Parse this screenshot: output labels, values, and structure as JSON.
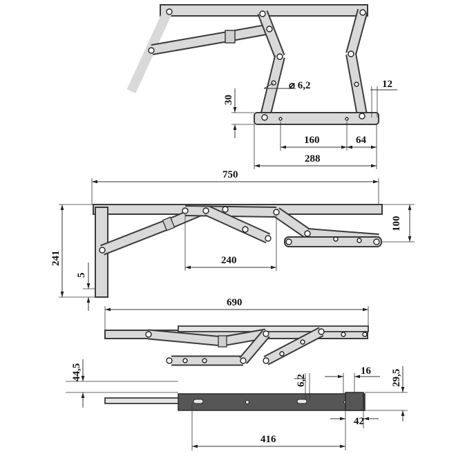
{
  "colors": {
    "metal": "#d9d9d9",
    "outline": "#3a3a3a",
    "dark_metal": "#565656",
    "background": "#ffffff"
  },
  "dimensions": {
    "hole_diameter": "6,2",
    "top_height": "30",
    "top_offset": "12",
    "top_span_a": "160",
    "top_span_b": "64",
    "top_span_total": "288",
    "side_width": "750",
    "side_height_right": "100",
    "side_height_left": "241",
    "side_thickness": "5",
    "side_arm": "240",
    "closed_length": "690",
    "bottom_height": "44,5",
    "bottom_hole": "6,2",
    "bottom_gap": "16",
    "bottom_height_right": "29,5",
    "bottom_offset": "42",
    "bottom_length": "416"
  }
}
